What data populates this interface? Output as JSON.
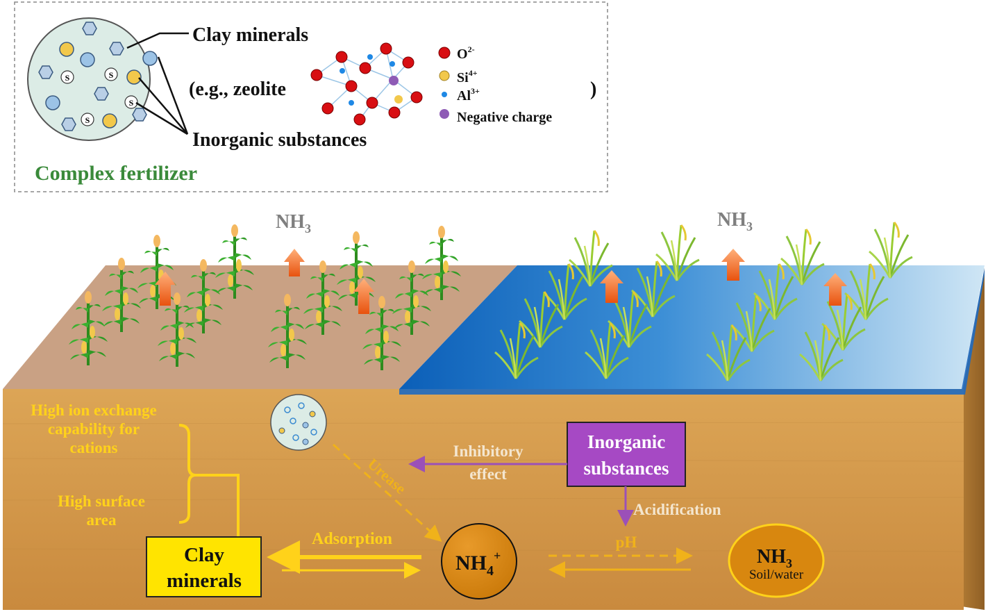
{
  "legend_box": {
    "title": "Complex fertilizer",
    "clay_minerals": "Clay minerals",
    "eg_open": "(e.g., zeolite",
    "eg_close": ")",
    "inorganic": "Inorganic substances",
    "s_marker": "S",
    "legend": {
      "o_base": "O",
      "o_sup": "2-",
      "si_base": "Si",
      "si_sup": "4+",
      "al_base": "Al",
      "al_sup": "3+",
      "neg": "Negative charge"
    }
  },
  "scene": {
    "nh3_base": "NH",
    "nh3_sub": "3"
  },
  "process": {
    "high_ion_1": "High ion exchange",
    "high_ion_2": "capability for",
    "high_ion_3": "cations",
    "surface_1": "High surface",
    "surface_2": "area",
    "clay_box_1": "Clay",
    "clay_box_2": "minerals",
    "adsorption": "Adsorption",
    "urease": "Urease",
    "inhibitory_1": "Inhibitory",
    "inhibitory_2": "effect",
    "inorganic_1": "Inorganic",
    "inorganic_2": "substances",
    "acidification": "Acidification",
    "ph": "pH",
    "nh4_base": "NH",
    "nh4_sub": "4",
    "nh4_sup": "+",
    "nh3_base": "NH",
    "nh3_sub": "3",
    "soil_water": "Soil/water"
  },
  "colors": {
    "title_green": "#3a8a3a",
    "yellow": "#ffd21a",
    "purple": "#9b50b8",
    "soil": "#d49a4a",
    "water": "#1a6fc9",
    "orange_node": "#d8870f"
  }
}
